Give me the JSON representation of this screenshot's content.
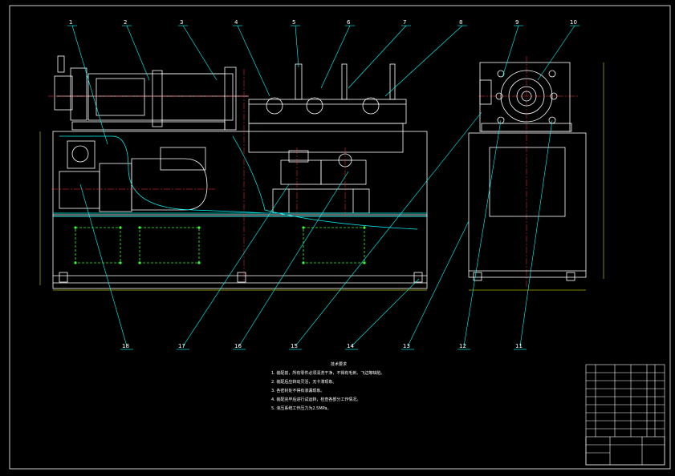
{
  "drawing": {
    "colors": {
      "background": "#000000",
      "outline": "#ffffff",
      "leader": "#00ffff",
      "hidden": "#00ffff",
      "center": "#ff3333",
      "bolt": "#33ff33",
      "dimension": "#ffff00"
    },
    "balloons_top": [
      "1",
      "2",
      "3",
      "4",
      "5",
      "6",
      "7",
      "8",
      "9",
      "10"
    ],
    "balloons_bottom": [
      "18",
      "17",
      "16",
      "15",
      "14",
      "13",
      "12",
      "11"
    ],
    "notes_title": "技术要求",
    "notes": [
      "1. 装配前，所有零件必须清洗干净，不得有毛刺、飞边等缺陷。",
      "2. 装配后应转动灵活，无卡滞现象。",
      "3. 各密封处不得有渗漏现象。",
      "4. 装配完毕后进行试运转，检查各部分工作情况。",
      "5. 液压系统工作压力为2.5MPa。"
    ],
    "title_block": {
      "label": "标题栏"
    }
  }
}
